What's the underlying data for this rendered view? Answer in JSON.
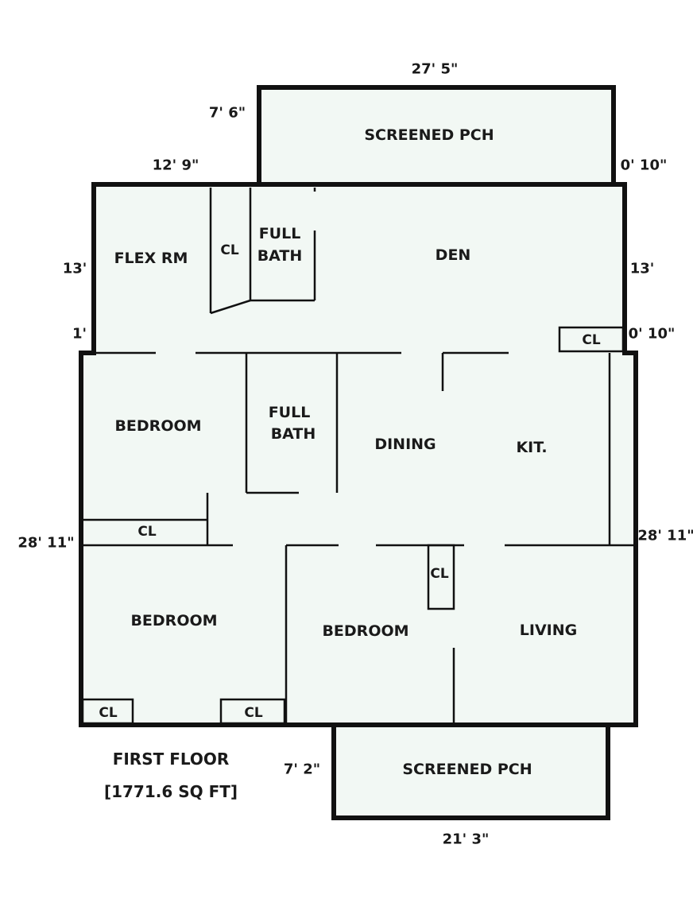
{
  "colors": {
    "floor": "#f2f8f4",
    "wall": "#111111"
  },
  "rooms": {
    "screened_porch_top": "SCREENED PCH",
    "flex_room": "FLEX RM",
    "closet_flex": "CL",
    "full_bath_top_line1": "FULL",
    "full_bath_top_line2": "BATH",
    "den": "DEN",
    "closet_den": "CL",
    "bedroom_left": "BEDROOM",
    "full_bath_mid_line1": "FULL",
    "full_bath_mid_line2": "BATH",
    "dining": "DINING",
    "kitchen": "KIT.",
    "closet_left": "CL",
    "closet_center": "CL",
    "bedroom_lower_left": "BEDROOM",
    "bedroom_lower_center": "BEDROOM",
    "living": "LIVING",
    "closet_bottom_left": "CL",
    "closet_bottom_mid": "CL",
    "screened_porch_bottom": "SCREENED PCH"
  },
  "dimensions": {
    "top_porch_width": "27' 5\"",
    "top_porch_depth": "7' 6\"",
    "flex_width": "12' 9\"",
    "porch_offset_right": "0' 10\"",
    "left_upper_depth": "13'",
    "right_upper_depth": "13'",
    "left_step": "1'",
    "right_step": "0' 10\"",
    "left_depth": "28' 11\"",
    "right_depth": "28' 11\"",
    "bottom_porch_depth": "7' 2\"",
    "bottom_porch_width": "21' 3\""
  },
  "caption": {
    "title": "FIRST FLOOR",
    "area": "[1771.6 SQ FT]"
  }
}
